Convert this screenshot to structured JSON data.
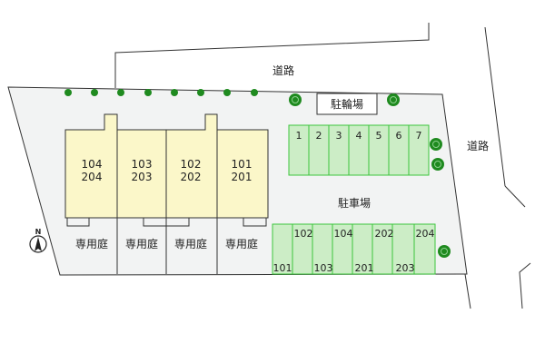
{
  "roads": {
    "top": "道路",
    "right": "道路"
  },
  "bicycle_parking": {
    "label": "駐輪場"
  },
  "parking": {
    "label": "駐車場",
    "upper_slots": [
      "1",
      "2",
      "3",
      "4",
      "5",
      "6",
      "7"
    ],
    "lower_top_labels": [
      "102",
      "104",
      "202",
      "204"
    ],
    "lower_bottom_labels": [
      "101",
      "103",
      "201",
      "203"
    ]
  },
  "building": {
    "units": [
      {
        "upper": "104",
        "lower": "204"
      },
      {
        "upper": "103",
        "lower": "203"
      },
      {
        "upper": "102",
        "lower": "202"
      },
      {
        "upper": "101",
        "lower": "201"
      }
    ]
  },
  "gardens": [
    "専用庭",
    "専用庭",
    "専用庭",
    "専用庭"
  ],
  "compass": {
    "label": "N"
  },
  "colors": {
    "lot": "#f2f3f3",
    "building": "#fbf7c9",
    "parking": "#ccedc6",
    "parking_stroke": "#3cc53c",
    "tree": "#1f8a1f"
  }
}
